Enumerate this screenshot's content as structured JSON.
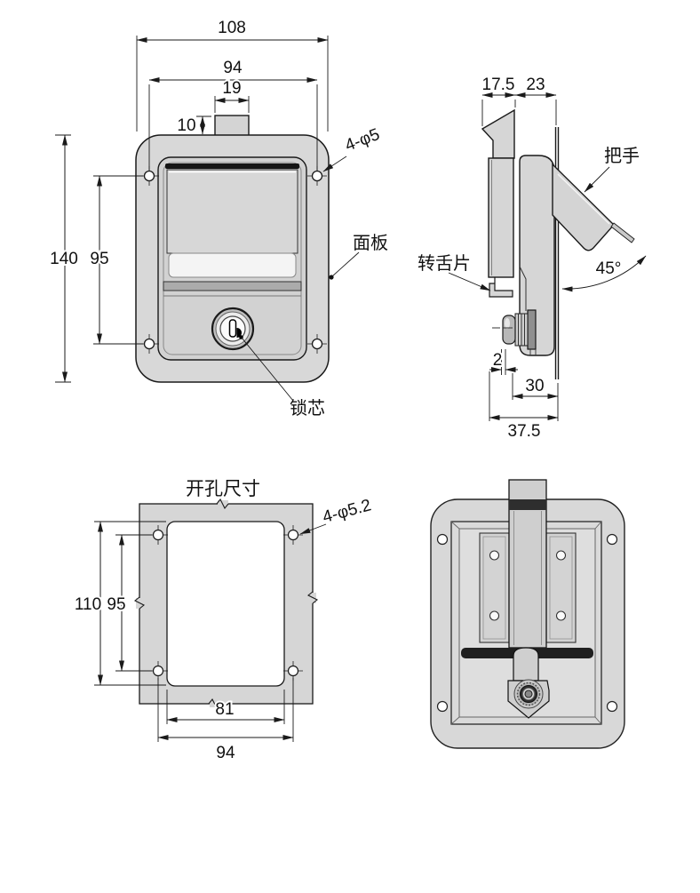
{
  "views": {
    "front": {
      "dim_total_width": "108",
      "dim_hole_width": "94",
      "dim_tab_width": "19",
      "dim_tab_height": "10",
      "dim_total_height": "140",
      "dim_hole_height": "95",
      "label_holes": "4-φ5",
      "label_panel": "面板",
      "label_lock": "锁芯"
    },
    "side": {
      "dim_front_depth": "17.5",
      "dim_body_depth": "23",
      "dim_angle": "45°",
      "dim_tongue_thickness": "2",
      "dim_tongue_depth": "30",
      "dim_total_depth": "37.5",
      "label_handle": "把手",
      "label_tongue": "转舌片"
    },
    "cutout": {
      "title": "开孔尺寸",
      "dim_cutout_height": "110",
      "dim_hole_spacing_v": "95",
      "dim_cutout_width": "81",
      "dim_hole_spacing_h": "94",
      "label_holes": "4-φ5.2"
    }
  },
  "colors": {
    "line": "#1a1a1a",
    "metal": "#d8d8d8",
    "dark_band": "#1f1f1f",
    "background": "#ffffff"
  }
}
